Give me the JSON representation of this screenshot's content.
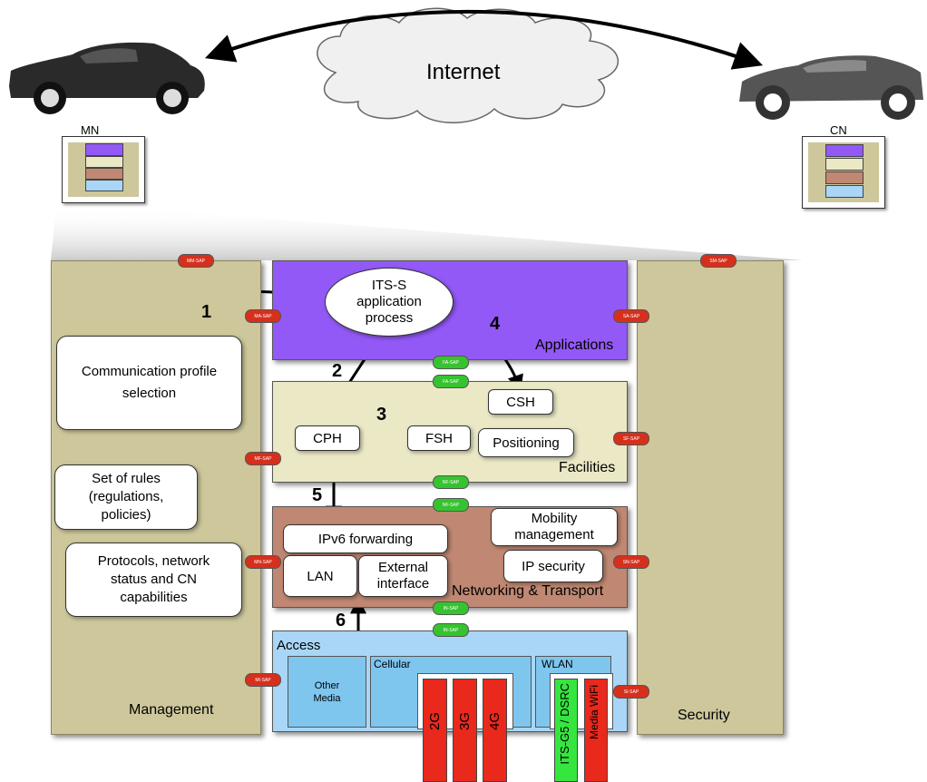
{
  "top": {
    "cloud_label": "Internet",
    "mn_label": "MN",
    "cn_label": "CN"
  },
  "columns": {
    "management": "Management",
    "security": "Security"
  },
  "layers": {
    "applications": "Applications",
    "facilities": "Facilities",
    "networking": "Networking & Transport",
    "access": "Access"
  },
  "boxes": {
    "its_s_app": "ITS-S application process",
    "comm_profile": "Communication profile selection",
    "rules": "Set of rules (regulations, policies)",
    "protocols": "Protocols, network status and CN capabilities",
    "cph": "CPH",
    "fsh": "FSH",
    "csh": "CSH",
    "positioning": "Positioning",
    "ipv6": "IPv6 forwarding",
    "lan": "LAN",
    "ext_if": "External interface",
    "mobility": "Mobility management",
    "ipsec": "IP security",
    "other_media": "Other Media",
    "cellular": "Cellular",
    "wlan": "WLAN",
    "g2": "2G",
    "g3": "3G",
    "g4": "4G",
    "itsg5": "ITS-G5 / DSRC",
    "wifi": "Media WiFi"
  },
  "numbers": [
    "1",
    "2",
    "3",
    "4",
    "5",
    "6"
  ],
  "saps": {
    "mm": "MM-SAP",
    "sm": "SM-SAP",
    "ma": "MA-SAP",
    "sa": "SA-SAP",
    "fa1": "FA-SAP",
    "fa2": "FA-SAP",
    "mf": "MF-SAP",
    "sf": "SF-SAP",
    "nf1": "NF-SAP",
    "nf2": "NF-SAP",
    "mn": "MN-SAP",
    "sn": "SN-SAP",
    "in1": "IN-SAP",
    "in2": "IN-SAP",
    "mi": "MI-SAP",
    "si": "SI-SAP"
  },
  "colors": {
    "applications": "#9359f6",
    "facilities": "#ebe8c6",
    "networking": "#c08872",
    "access": "#a9d6f6",
    "column": "#cdc79b",
    "sap_red": "#d6301c",
    "sap_green": "#35c42f"
  }
}
